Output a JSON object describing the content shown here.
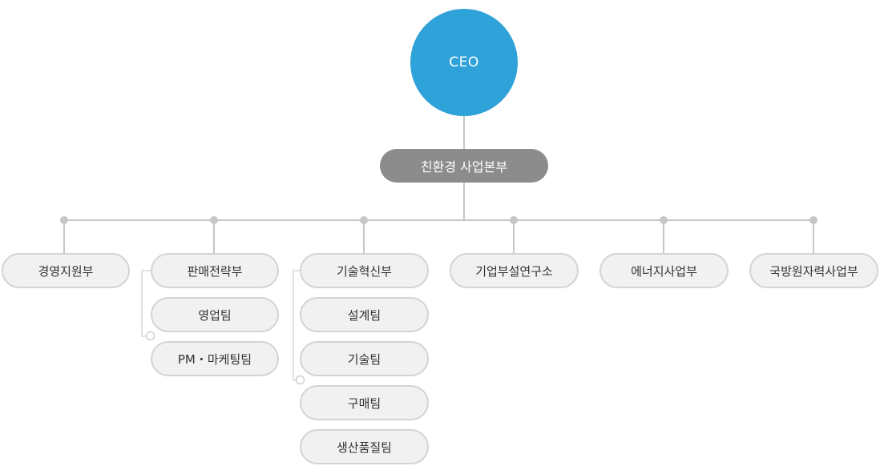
{
  "ceo": "CEO",
  "division": "친환경 사업본부",
  "departments": [
    {
      "label": "경영지원부",
      "teams": []
    },
    {
      "label": "판매전략부",
      "teams": [
        "영업팀",
        "PM・마케팅팀"
      ]
    },
    {
      "label": "기술혁신부",
      "teams": [
        "설계팀",
        "기술팀",
        "구매팀",
        "생산품질팀"
      ]
    },
    {
      "label": "기업부설연구소",
      "teams": []
    },
    {
      "label": "에너지사업부",
      "teams": []
    },
    {
      "label": "국방원자력사업부",
      "teams": []
    }
  ],
  "colors": {
    "ceo_fill": "#2ea2d9",
    "division_fill": "#8c8c8c",
    "box_fill": "#f1f1f1",
    "box_border": "#d3d3d3",
    "connector": "#c6c6c6"
  }
}
